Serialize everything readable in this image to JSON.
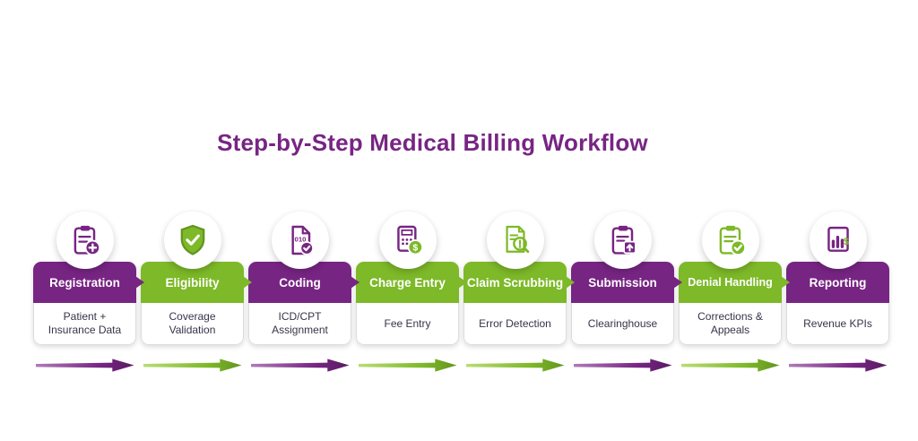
{
  "title": "Step-by-Step Medical Billing Workflow",
  "colors": {
    "purple": "#772583",
    "purple_light": "#b07ab8",
    "purple_dark": "#581b62",
    "green": "#7db928",
    "green_light": "#b9dc73",
    "green_dark": "#639420"
  },
  "steps": [
    {
      "title": "Registration",
      "subtitle": "Patient + Insurance Data",
      "color": "purple",
      "icon": "clipboard-plus-icon"
    },
    {
      "title": "Eligibility",
      "subtitle": "Coverage Validation",
      "color": "green",
      "icon": "shield-check-icon"
    },
    {
      "title": "Coding",
      "subtitle": "ICD/CPT Assignment",
      "color": "purple",
      "icon": "binary-document-icon"
    },
    {
      "title": "Charge Entry",
      "subtitle": "Fee Entry",
      "color": "green",
      "icon": "calculator-dollar-icon"
    },
    {
      "title": "Claim Scrubbing",
      "subtitle": "Error Detection",
      "color": "green",
      "icon": "document-inspect-icon"
    },
    {
      "title": "Submission",
      "subtitle": "Clearinghouse",
      "color": "purple",
      "icon": "clipboard-upload-icon"
    },
    {
      "title": "Denial Handling",
      "subtitle": "Corrections & Appeals",
      "color": "green",
      "icon": "clipboard-check-icon"
    },
    {
      "title": "Reporting",
      "subtitle": "Revenue KPIs",
      "color": "purple",
      "icon": "chart-dollar-icon"
    }
  ],
  "icon_text": {
    "coding_binary": "010",
    "dollar": "$"
  }
}
